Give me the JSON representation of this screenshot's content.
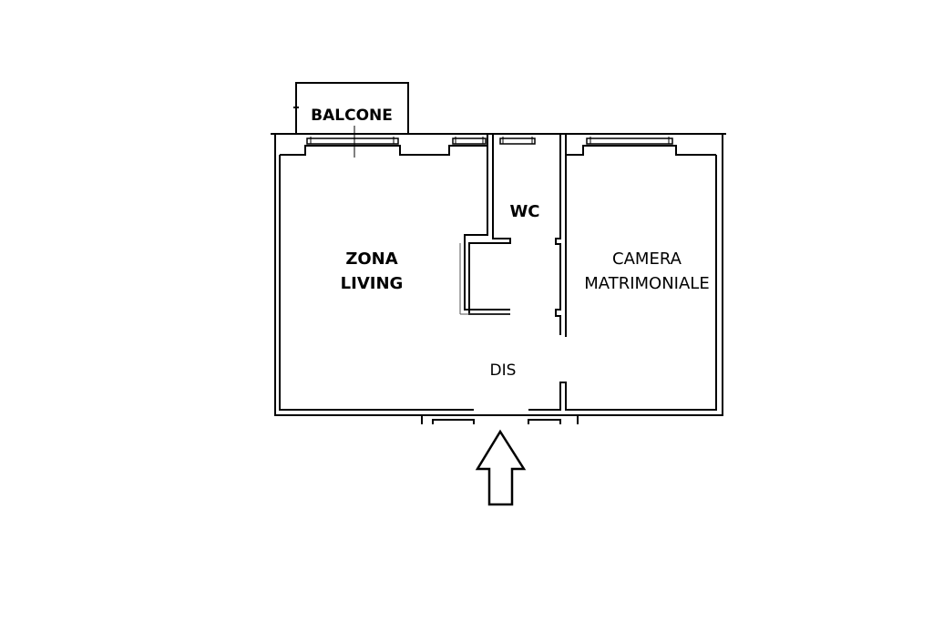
{
  "rooms": {
    "balcone": "BALCONE",
    "zona_living": {
      "line1": "ZONA",
      "line2": "LIVING"
    },
    "wc": "WC",
    "camera": {
      "line1": "CAMERA",
      "line2": "MATRIMONIALE"
    },
    "dis": "DIS"
  },
  "icons": {
    "entrance": "entrance-arrow-icon"
  },
  "colors": {
    "wall": "#000000",
    "background": "#ffffff"
  }
}
